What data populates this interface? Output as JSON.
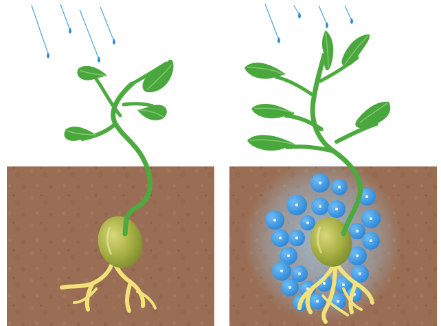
{
  "colors": {
    "background": "#ffffff",
    "soil": "#9a6e54",
    "soil_dark": "#7d5640",
    "leaf": "#4aa73e",
    "leaf_dark": "#3a8c31",
    "vein": "#82c96e",
    "stem": "#4caa3f",
    "seed": "#b4b84a",
    "seed_dark": "#8e9637",
    "root": "#f2e27a",
    "raindrop": "#2b8fd2",
    "rain_line": "#4aa3de",
    "water_sphere": "#3c9be8",
    "water_glow": "#8ec7f2"
  },
  "panels": [
    {
      "name": "left-panel",
      "water_spheres": 0,
      "rain_drops": 4
    },
    {
      "name": "right-panel",
      "water_spheres": 26,
      "rain_drops": 4
    }
  ]
}
